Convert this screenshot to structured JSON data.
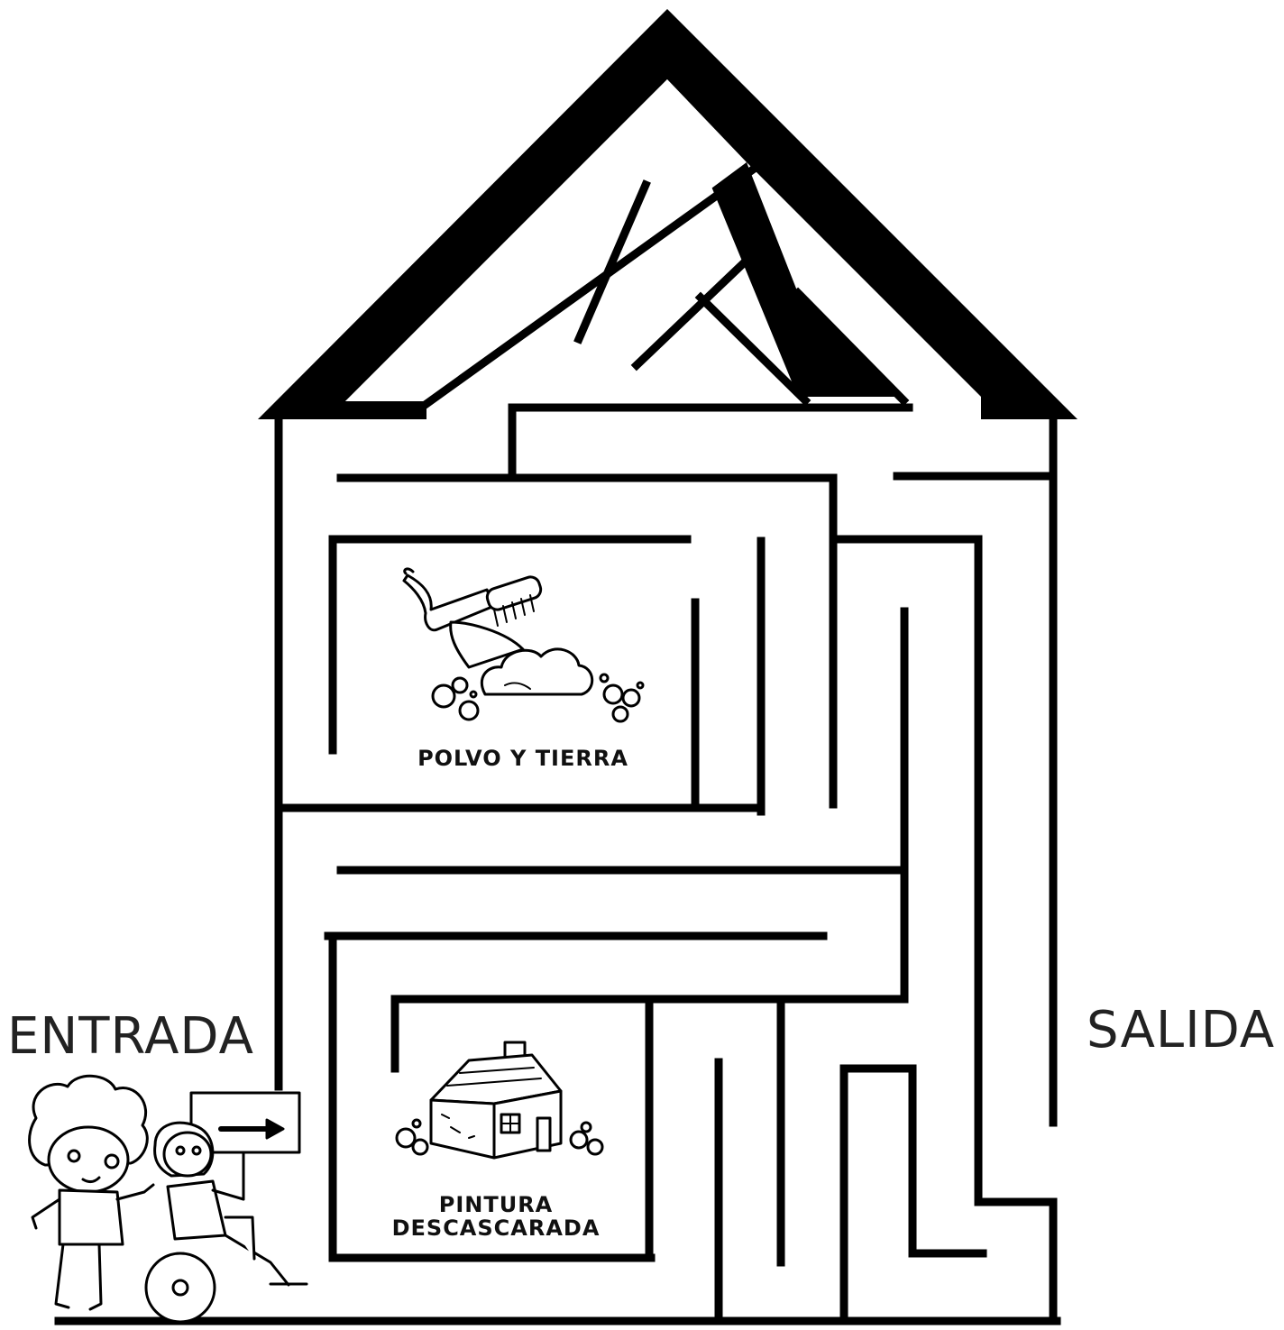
{
  "labels": {
    "entrance": "ENTRADA",
    "exit": "SALIDA",
    "room_dust": "POLVO Y TIERRA",
    "room_paint_line1": "PINTURA",
    "room_paint_line2": "DESCASCARADA"
  },
  "icons": {
    "room_dust": "dustpan-brush-dirt-icon",
    "room_paint": "peeling-house-icon",
    "entrance_kids": "children-wheelchair-sign-icon",
    "arrow": "arrow-right-icon"
  },
  "colors": {
    "wall": "#000000",
    "text": "#222222",
    "background": "#ffffff"
  }
}
